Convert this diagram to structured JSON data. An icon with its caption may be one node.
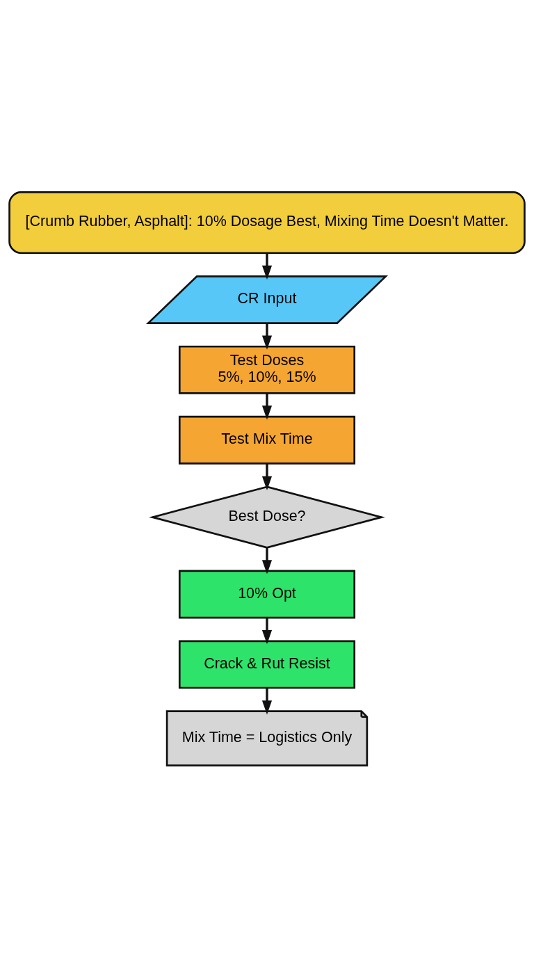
{
  "diagram": {
    "nodes": [
      {
        "text": [
          "[Crumb Rubber, Asphalt]: 10% Dosage Best, Mixing Time Doesn't Matter."
        ]
      },
      {
        "text": [
          "CR Input"
        ]
      },
      {
        "text": [
          "Test Doses",
          "5%, 10%, 15%"
        ]
      },
      {
        "text": [
          "Test Mix Time"
        ]
      },
      {
        "text": [
          "Best Dose?"
        ]
      },
      {
        "text": [
          "10% Opt"
        ]
      },
      {
        "text": [
          "Crack & Rut Resist"
        ]
      },
      {
        "text": [
          "Mix Time = Logistics Only"
        ]
      }
    ],
    "edges": [
      {
        "from": 0,
        "to": 1,
        "arrow": "to"
      },
      {
        "from": 1,
        "to": 2,
        "arrow": "to"
      },
      {
        "from": 2,
        "to": 3,
        "arrow": "to"
      },
      {
        "from": 3,
        "to": 4,
        "arrow": "to"
      },
      {
        "from": 4,
        "to": 5,
        "arrow": "to"
      },
      {
        "from": 5,
        "to": 6,
        "arrow": "to"
      },
      {
        "from": 6,
        "to": 7,
        "arrow": "to"
      }
    ]
  }
}
